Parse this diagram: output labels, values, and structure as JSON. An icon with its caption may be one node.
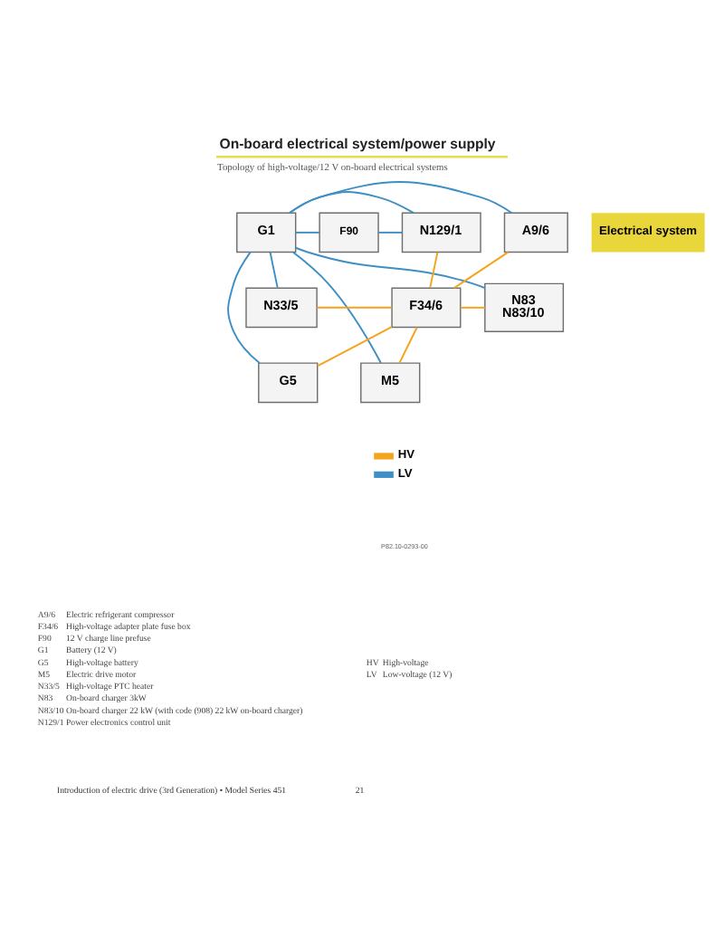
{
  "diagram": {
    "title": "On-board electrical system/power supply",
    "caption": "Topology of high-voltage/12 V on-board electrical systems",
    "nodes": [
      {
        "text": [
          "G1"
        ]
      },
      {
        "text": [
          "F90"
        ]
      },
      {
        "text": [
          "N129/1"
        ]
      },
      {
        "text": [
          "A9/6"
        ]
      },
      {
        "text": [
          "F34/6"
        ]
      },
      {
        "text": [
          "N33/5"
        ]
      },
      {
        "text": [
          "N83",
          "N83/10"
        ]
      },
      {
        "text": [
          "G5"
        ]
      },
      {
        "text": [
          "M5"
        ]
      }
    ],
    "edges": [
      {
        "from": 0,
        "to": 1,
        "arrow": "none",
        "color": "#3d8fc6"
      },
      {
        "from": 1,
        "to": 2,
        "arrow": "none",
        "color": "#3d8fc6"
      },
      {
        "from": 0,
        "to": 2,
        "arrow": "none",
        "color": "#3d8fc6"
      },
      {
        "from": 0,
        "to": 3,
        "arrow": "none",
        "color": "#3d8fc6"
      },
      {
        "from": 0,
        "to": 5,
        "arrow": "none",
        "color": "#3d8fc6"
      },
      {
        "from": 0,
        "to": 6,
        "arrow": "none",
        "color": "#3d8fc6"
      },
      {
        "from": 0,
        "to": 7,
        "arrow": "none",
        "color": "#3d8fc6"
      },
      {
        "from": 0,
        "to": 8,
        "arrow": "none",
        "color": "#3d8fc6"
      },
      {
        "from": 2,
        "to": 4,
        "arrow": "none",
        "color": "#f5a31a"
      },
      {
        "from": 3,
        "to": 4,
        "arrow": "none",
        "color": "#f5a31a"
      },
      {
        "from": 5,
        "to": 4,
        "arrow": "none",
        "color": "#f5a31a"
      },
      {
        "from": 4,
        "to": 6,
        "arrow": "none",
        "color": "#f5a31a"
      },
      {
        "from": 4,
        "to": 7,
        "arrow": "none",
        "color": "#f5a31a"
      },
      {
        "from": 4,
        "to": 8,
        "arrow": "none",
        "color": "#f5a31a"
      }
    ],
    "labels": [
      "Electrical system",
      "P82.10-0293-00",
      "A9/6",
      "Electric refrigerant compressor",
      "F34/6",
      "High-voltage adapter plate fuse box",
      "F90",
      "12 V charge line prefuse",
      "G1",
      "Battery (12 V)",
      "G5",
      "High-voltage battery",
      "M5",
      "Electric drive motor",
      "N33/5",
      "High-voltage PTC heater",
      "N83",
      "On-board charger 3kW",
      "N83/10",
      "On-board charger 22 kW (with code (908) 22 kW on-board charger)",
      "N129/1",
      "Power electronics control unit",
      "HV",
      "High-voltage",
      "LV",
      "Low-voltage (12 V)",
      "Introduction of electric drive (3rd Generation) • Model Series 451",
      "21"
    ],
    "legend": [
      {
        "text": "HV",
        "color": "#f5a31a"
      },
      {
        "text": "LV",
        "color": "#3d8fc6"
      }
    ]
  }
}
